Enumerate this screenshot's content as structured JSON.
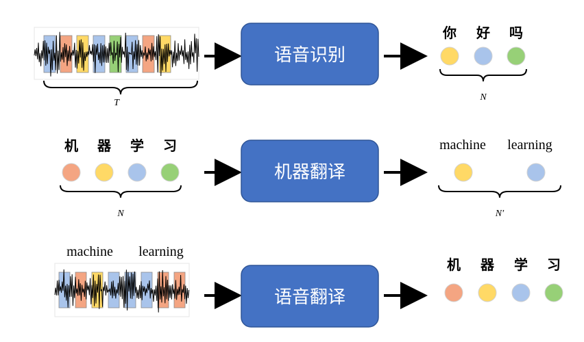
{
  "colors": {
    "box": "#4472C4",
    "box_stroke": "#2F5597",
    "blue": "#A9C4EB",
    "orange": "#F4A582",
    "yellow": "#FFD966",
    "green": "#97D077",
    "waveform": "#000000",
    "arrow": "#000000"
  },
  "rows": [
    {
      "box_label": "语音识别",
      "input": {
        "kind": "audio",
        "length_label": "T"
      },
      "output": {
        "kind": "tokens",
        "tokens": [
          "你",
          "好",
          "吗"
        ],
        "length_label": "N"
      }
    },
    {
      "box_label": "机器翻译",
      "input": {
        "kind": "tokens",
        "tokens": [
          "机",
          "器",
          "学",
          "习"
        ],
        "length_label": "N"
      },
      "output": {
        "kind": "tokens",
        "tokens": [
          "machine",
          "learning"
        ],
        "length_label": "N′"
      }
    },
    {
      "box_label": "语音翻译",
      "input": {
        "kind": "audio",
        "caption_tokens": [
          "machine",
          "learning"
        ]
      },
      "output": {
        "kind": "tokens",
        "tokens": [
          "机",
          "器",
          "学",
          "习"
        ]
      }
    }
  ]
}
